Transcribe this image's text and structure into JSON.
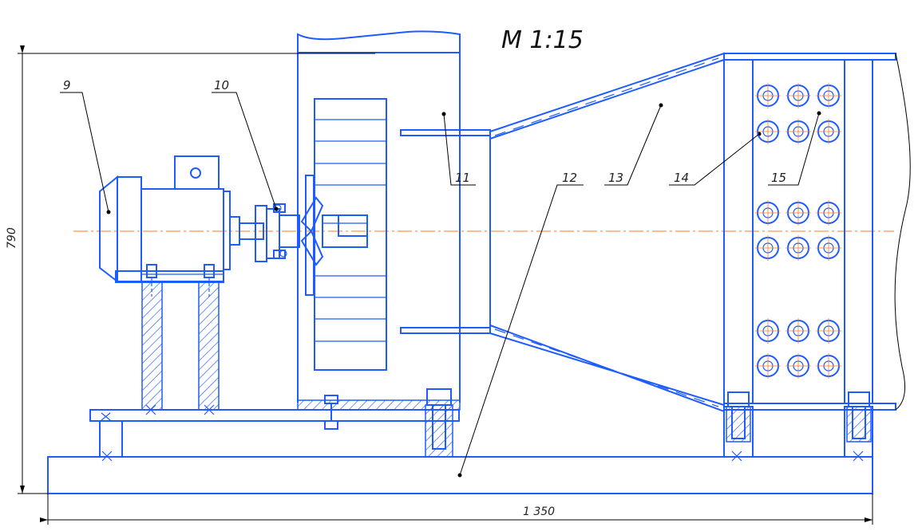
{
  "title": "M 1:15",
  "dimensions": {
    "height": "790",
    "width": "1 350"
  },
  "callouts": [
    {
      "id": "9"
    },
    {
      "id": "10"
    },
    {
      "id": "11"
    },
    {
      "id": "12"
    },
    {
      "id": "13"
    },
    {
      "id": "14"
    },
    {
      "id": "15"
    }
  ],
  "colors": {
    "outline": "#1f5cff",
    "axis": "#ff7a1a",
    "leader": "#000000"
  }
}
